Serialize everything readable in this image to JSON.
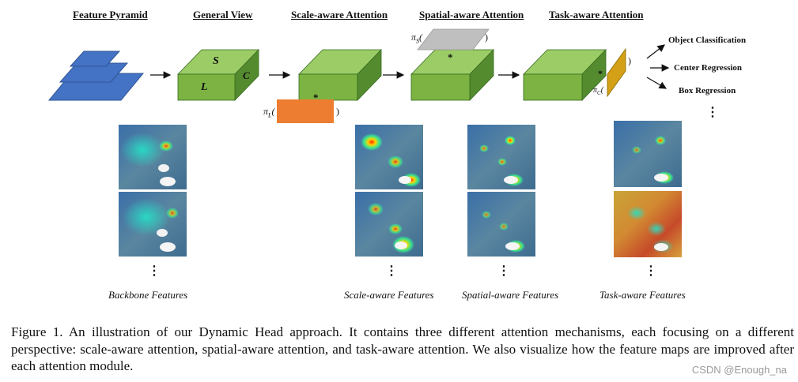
{
  "headers": {
    "feature_pyramid": "Feature Pyramid",
    "general_view": "General View",
    "scale_attention": "Scale-aware Attention",
    "spatial_attention": "Spatial-aware Attention",
    "task_attention": "Task-aware Attention"
  },
  "cube_labels": {
    "s": "S",
    "c": "C",
    "l": "L"
  },
  "operators": {
    "pi_l": "π",
    "pi_l_sub": "L",
    "pi_s": "π",
    "pi_s_sub": "S",
    "pi_c": "π",
    "pi_c_sub": "C",
    "paren_open": "(",
    "paren_close": ")",
    "star": "*"
  },
  "outputs": {
    "object_classification": "Object Classification",
    "center_regression": "Center Regression",
    "box_regression": "Box Regression",
    "more": "⋮"
  },
  "feature_labels": {
    "backbone": "Backbone Features",
    "scale": "Scale-aware Features",
    "spatial": "Spatial-aware Features",
    "task": "Task-aware Features"
  },
  "dots": "⋮",
  "caption": "Figure 1. An illustration of our Dynamic Head approach. It contains three different attention mechanisms, each focusing on a different perspective: scale-aware attention, spatial-aware attention, and task-aware attention. We also visualize how the feature maps are improved after each attention module.",
  "watermark": "CSDN @Enough_na",
  "colors": {
    "cube_front": "#7cb342",
    "cube_top": "#9ccc65",
    "cube_side": "#558b2f",
    "pyramid": "#4472c4",
    "scale_bar": "#ed7d31",
    "spatial_plane": "#bfbfbf",
    "task_bar": "#d4a017"
  }
}
